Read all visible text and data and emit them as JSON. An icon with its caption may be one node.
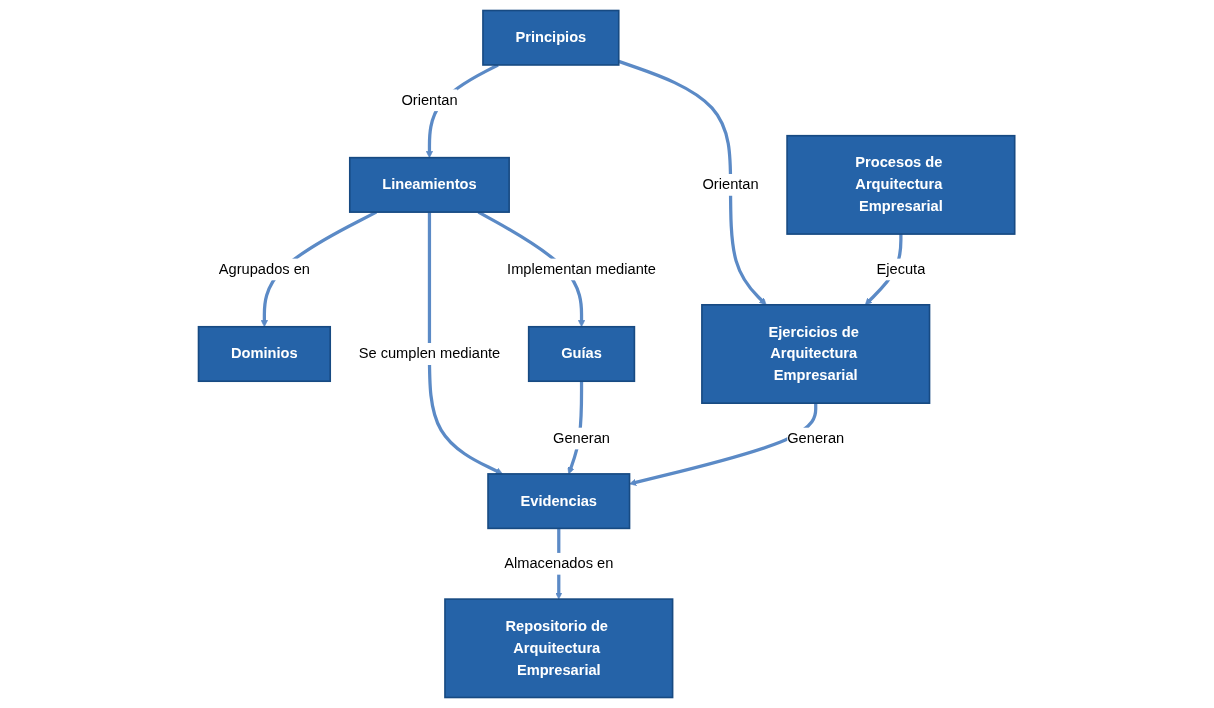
{
  "diagram": {
    "nodes": [
      {
        "text": [
          "Principios"
        ]
      },
      {
        "text": [
          "Procesos de Arquitectura Empresarial"
        ]
      },
      {
        "text": [
          "Dominios"
        ]
      },
      {
        "text": [
          "Ejercicios de Arquitectura Empresarial"
        ]
      },
      {
        "text": [
          "Lineamientos"
        ]
      },
      {
        "text": [
          "Guías"
        ]
      },
      {
        "text": [
          "Evidencias"
        ]
      },
      {
        "text": [
          "Repositorio de Arquitectura Empresarial"
        ]
      }
    ],
    "edges": [
      {
        "from": 0,
        "to": 3,
        "label": "Orientan",
        "arrow": "to"
      },
      {
        "from": 0,
        "to": 4,
        "label": "Orientan",
        "arrow": "to"
      },
      {
        "from": 1,
        "to": 3,
        "label": "Ejecuta",
        "arrow": "to"
      },
      {
        "from": 4,
        "to": 2,
        "label": "Agrupados en",
        "arrow": "to"
      },
      {
        "from": 4,
        "to": 5,
        "label": "Implementan mediante",
        "arrow": "to"
      },
      {
        "from": 4,
        "to": 6,
        "label": "Se cumplen mediante",
        "arrow": "to"
      },
      {
        "from": 5,
        "to": 6,
        "label": "Generan",
        "arrow": "to"
      },
      {
        "from": 3,
        "to": 6,
        "label": "Generan",
        "arrow": "to"
      },
      {
        "from": 6,
        "to": 7,
        "label": "Almacenados en",
        "arrow": "to"
      }
    ]
  }
}
